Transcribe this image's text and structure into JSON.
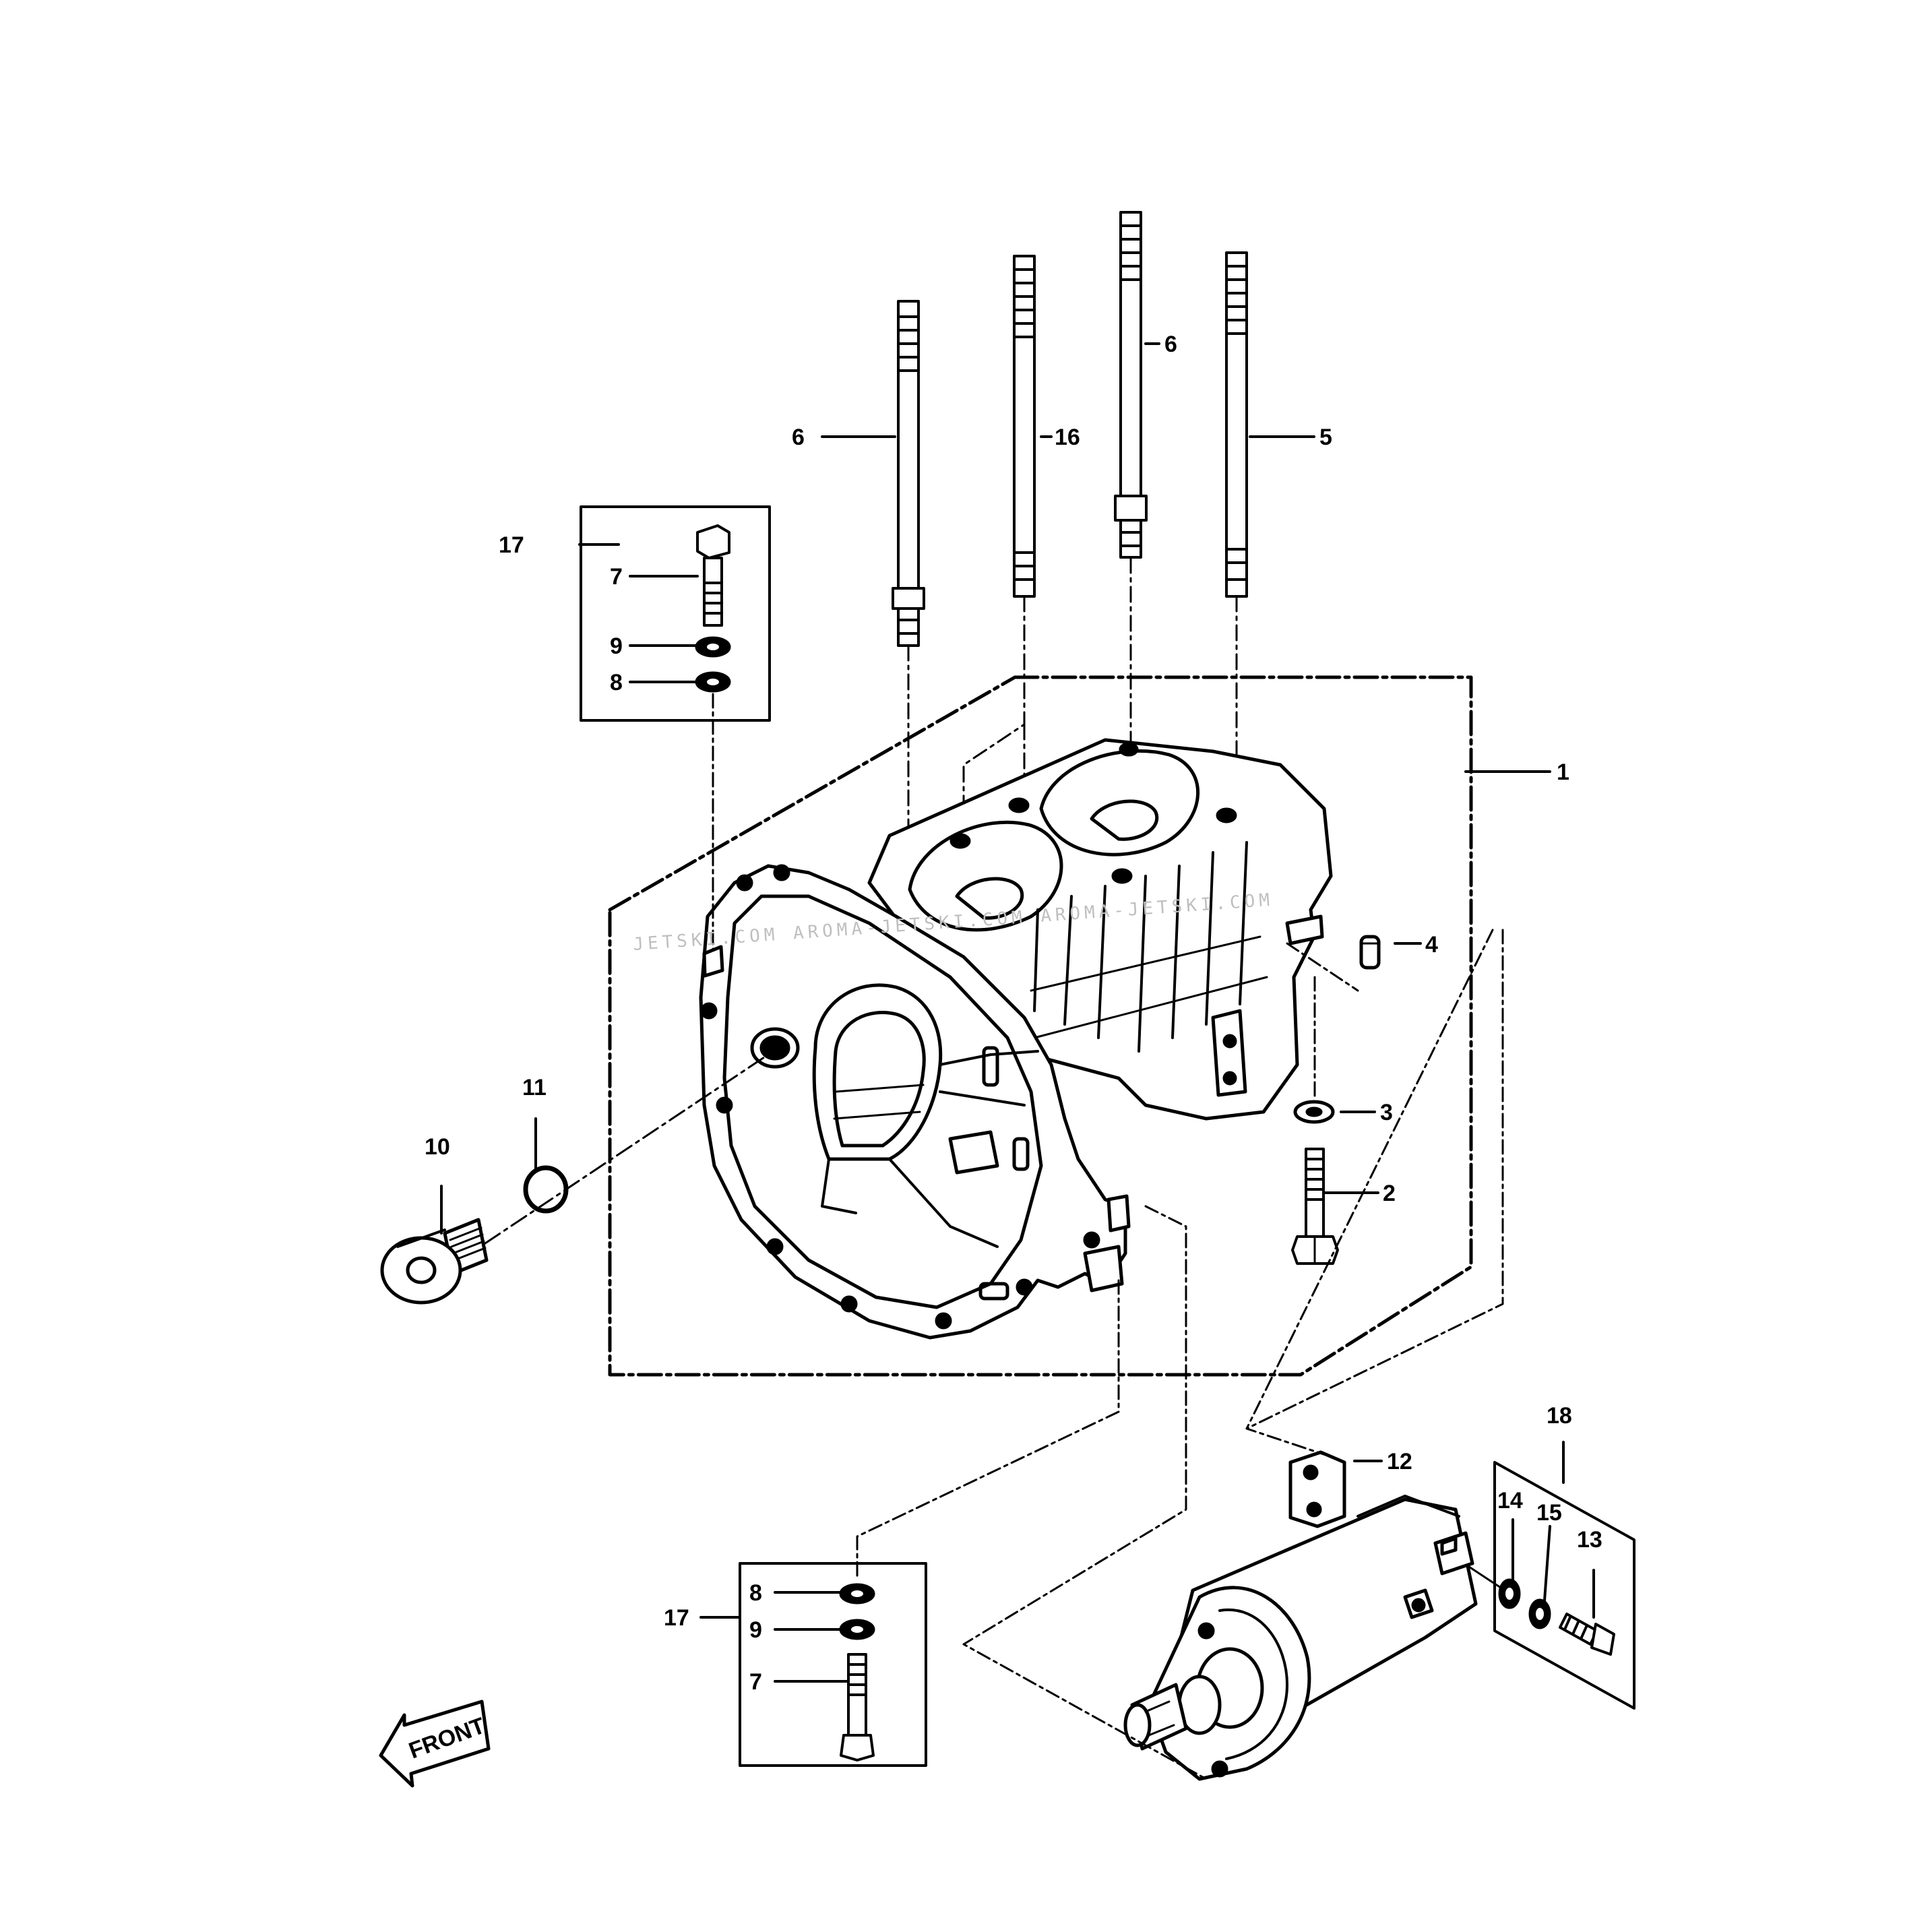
{
  "watermark": "JETSKI.COM  AROMA-JETSKI.COM  AROMA-JETSKI.COM",
  "front_label": "FRONT",
  "callouts": {
    "c1": "1",
    "c2": "2",
    "c3": "3",
    "c4": "4",
    "c5": "5",
    "c6a": "6",
    "c6b": "6",
    "c7a": "7",
    "c7b": "7",
    "c8a": "8",
    "c8b": "8",
    "c9a": "9",
    "c9b": "9",
    "c10": "10",
    "c11": "11",
    "c12": "12",
    "c13": "13",
    "c14": "14",
    "c15": "15",
    "c16": "16",
    "c17a": "17",
    "c17b": "17",
    "c18": "18"
  }
}
